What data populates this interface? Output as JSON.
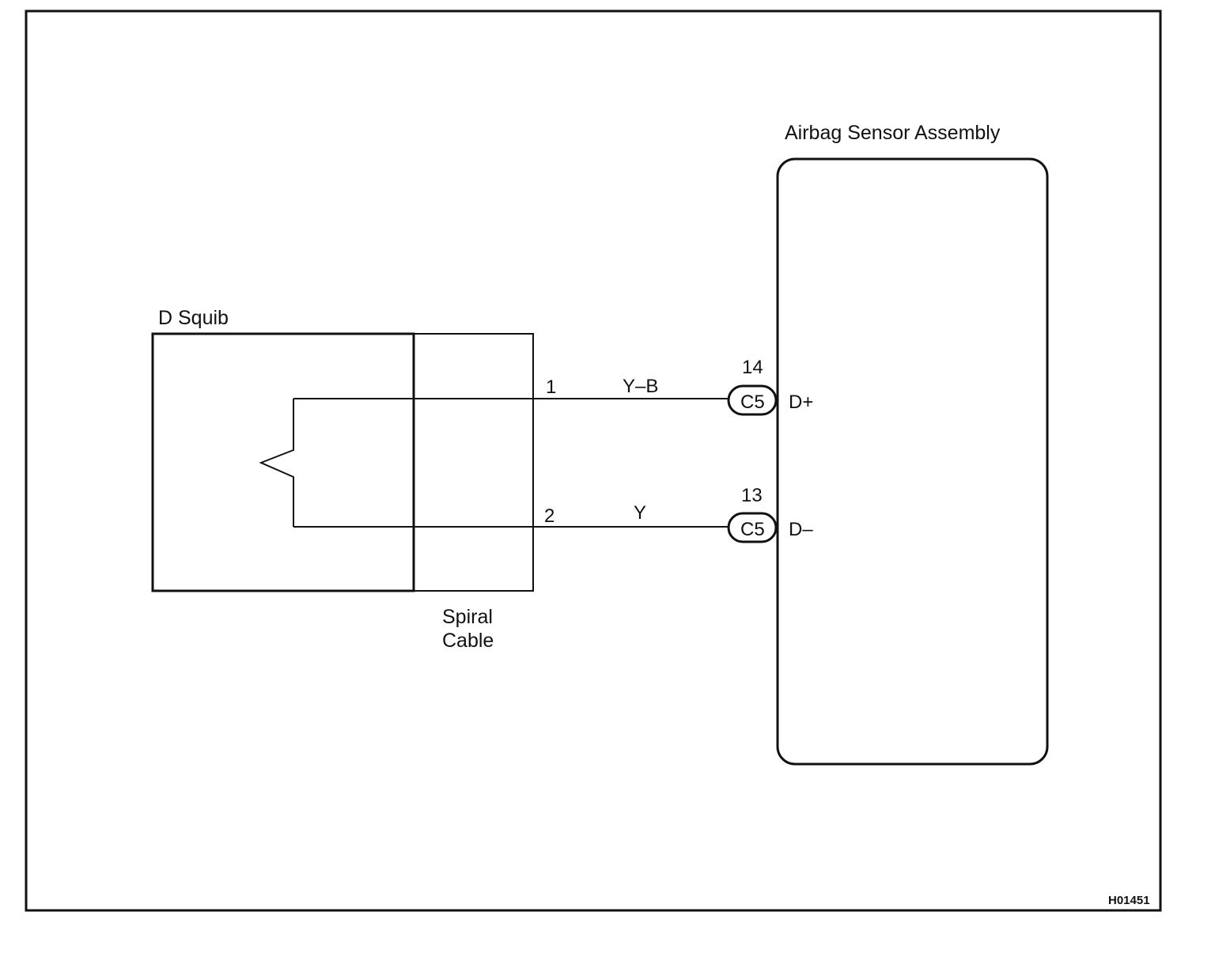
{
  "diagram": {
    "figure_code": "H01451",
    "squib": {
      "label": "D Squib"
    },
    "spiral_cable": {
      "label_line1": "Spiral",
      "label_line2": "Cable"
    },
    "sensor": {
      "label": "Airbag Sensor Assembly"
    },
    "wires": [
      {
        "pin": "1",
        "color": "Y–B",
        "ecu_pin": "14",
        "connector": "C5",
        "terminal": "D+"
      },
      {
        "pin": "2",
        "color": "Y",
        "ecu_pin": "13",
        "connector": "C5",
        "terminal": "D–"
      }
    ],
    "colors": {
      "line": "#111111",
      "background": "#ffffff"
    }
  }
}
